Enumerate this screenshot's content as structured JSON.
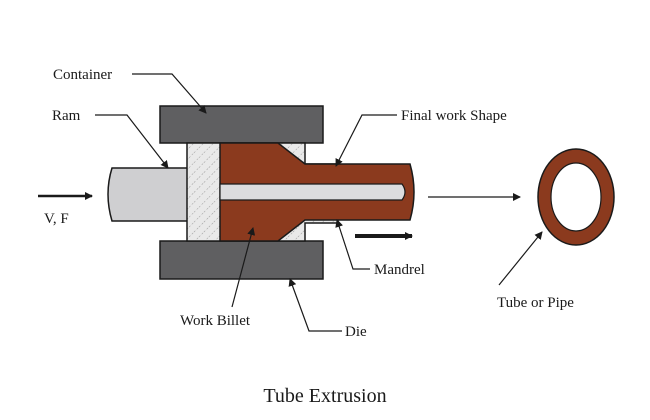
{
  "diagram": {
    "title": "Tube Extrusion",
    "labels": {
      "container": "Container",
      "ram": "Ram",
      "final_shape": "Final work Shape",
      "force": "V, F",
      "mandrel": "Mandrel",
      "tube": "Tube or Pipe",
      "billet": "Work Billet",
      "die": "Die"
    },
    "colors": {
      "container": "#5f5f61",
      "ram": "#cfcfd1",
      "billet": "#8b3a1e",
      "mandrel": "#dcdcde",
      "die_hatch": "#e6e6e6",
      "line": "#1a1a1a",
      "background": "#ffffff"
    }
  }
}
